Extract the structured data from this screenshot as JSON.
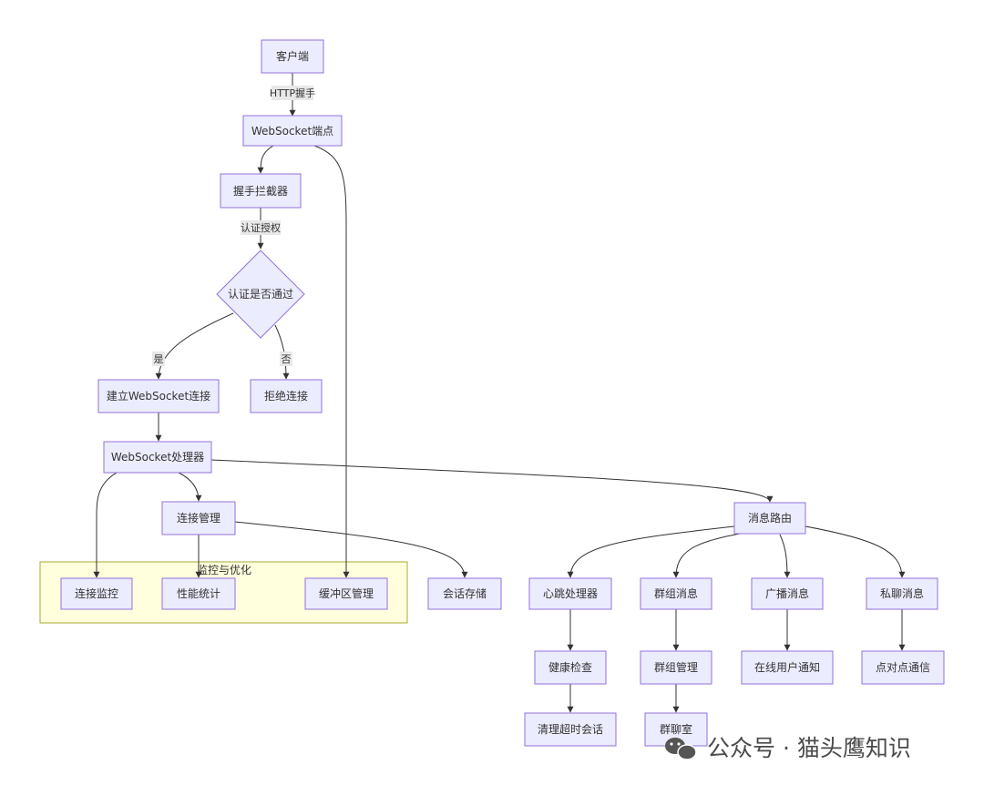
{
  "nodes": {
    "client": "客户端",
    "ws_endpoint": "WebSocket端点",
    "handshake_interceptor": "握手拦截器",
    "auth_check": "认证是否通过",
    "establish": "建立WebSocket连接",
    "reject": "拒绝连接",
    "ws_handler": "WebSocket处理器",
    "conn_mgmt": "连接管理",
    "msg_router": "消息路由",
    "conn_monitor": "连接监控",
    "perf_stats": "性能统计",
    "buffer_mgmt": "缓冲区管理",
    "session_store": "会话存储",
    "heartbeat": "心跳处理器",
    "group_msg": "群组消息",
    "broadcast": "广播消息",
    "private_msg": "私聊消息",
    "health_check": "健康检查",
    "group_mgmt": "群组管理",
    "online_notify": "在线用户通知",
    "p2p": "点对点通信",
    "cleanup": "清理超时会话",
    "chat_room": "群聊室"
  },
  "edge_labels": {
    "http_handshake": "HTTP握手",
    "auth": "认证授权",
    "yes": "是",
    "no": "否"
  },
  "cluster": {
    "title": "监控与优化"
  },
  "watermark": "公众号 · 猫头鹰知识",
  "colors": {
    "node_fill": "#ECECFF",
    "node_stroke": "#9370DB",
    "cluster_fill": "#ffffde",
    "cluster_stroke": "#aaaa33",
    "edge": "#333333"
  }
}
